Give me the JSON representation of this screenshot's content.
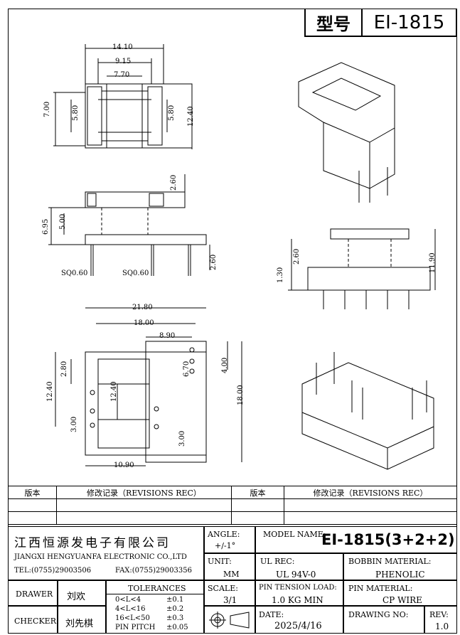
{
  "header": {
    "model_label": "型号",
    "model_value": "EI-1815"
  },
  "dims": {
    "top_a": "14.10",
    "top_b": "9.15",
    "top_c": "7.70",
    "top_left_outer": "7.00",
    "top_left_inner": "5.80",
    "top_right_inner": "5.80",
    "top_right_outer": "12.40",
    "side_h1": "2.60",
    "side_left_outer": "6.95",
    "side_left_inner": "5.00",
    "side_right": "2.60",
    "side_sq1": "SQ0.60",
    "side_sq2": "SQ0.60",
    "right_h1": "2.60",
    "right_h2": "1.30",
    "right_h3": "11.90",
    "bot_w1": "21.80",
    "bot_w2": "18.00",
    "bot_w3": "8.90",
    "bot_a": "6.70",
    "bot_b": "4.00",
    "bot_c": "18.00",
    "bot_left1": "2.80",
    "bot_left2": "12.40",
    "bot_mid": "12.40",
    "bot_left3": "3.00",
    "bot_right3": "3.00",
    "bot_bottom": "10.90"
  },
  "revisions": {
    "col1": "版本",
    "col2": "修改记录（REVISIONS REC）",
    "col3": "版本",
    "col4": "修改记录（REVISIONS REC）"
  },
  "company": {
    "name_cn": "江西恒源发电子有限公司",
    "name_en": "JIANGXI HENGYUANFA ELECTRONIC CO.,LTD",
    "tel": "TEL:(0755)29003506",
    "fax": "FAX:(0755)29003356"
  },
  "fields": {
    "angle_label": "ANGLE:",
    "angle_value": "+/-1°",
    "unit_label": "UNIT:",
    "unit_value": "MM",
    "scale_label": "SCALE:",
    "scale_value": "3/1",
    "model_name_label": "MODEL NAME:",
    "model_name_value": "EI-1815(3+2+2)",
    "ul_label": "UL REC:",
    "ul_value": "UL 94V-0",
    "bobbin_label": "BOBBIN MATERIAL:",
    "bobbin_value": "PHENOLIC",
    "pin_tension_label": "PIN TENSION LOAD:",
    "pin_tension_value": "1.0 KG MIN",
    "pin_mat_label": "PIN MATERIAL:",
    "pin_mat_value": "CP WIRE",
    "date_label": "DATE:",
    "date_value": "2025/4/16",
    "drawing_no_label": "DRAWING NO:",
    "rev_label": "REV:",
    "rev_value": "1.0",
    "drawer_label": "DRAWER",
    "drawer_value": "刘欢",
    "checker_label": "CHECKER",
    "checker_value": "刘先棋",
    "tol_label": "TOLERANCES",
    "tol_rows": [
      {
        "range": "0<L<4",
        "val": "±0.1"
      },
      {
        "range": "4<L<16",
        "val": "±0.2"
      },
      {
        "range": "16<L<50",
        "val": "±0.3"
      },
      {
        "range": "PIN PITCH",
        "val": "±0.05"
      }
    ]
  }
}
